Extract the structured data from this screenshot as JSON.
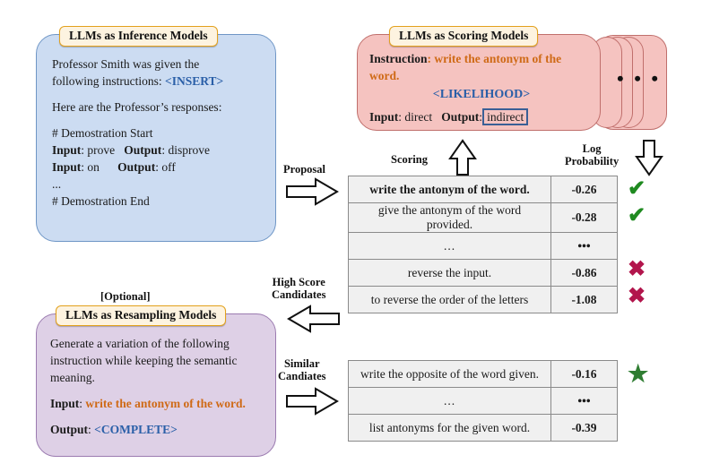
{
  "title": "APE pipeline: LLMs as inference, scoring and resampling models",
  "colors": {
    "inference_fill": "#ccdcf2",
    "inference_border": "#6f96c6",
    "scoring_fill": "#f5c3c0",
    "scoring_border": "#c06f6c",
    "resampling_fill": "#ded0e6",
    "resampling_border": "#9b7bb0",
    "badge_fill": "#fdf3e0",
    "badge_border": "#e3a11c",
    "accent_orange": "#cf6a16",
    "accent_blue": "#2a5fa8",
    "score_good": "#17761f",
    "score_bad": "#a31430",
    "check_green": "#1f8a20",
    "cross_red": "#b2154c",
    "star_green": "#2f7d32"
  },
  "inference": {
    "badge": "LLMs as Inference Models",
    "line1": "Professor Smith was given the",
    "line2_prefix": "following instructions: ",
    "insert_token": "<INSERT>",
    "line3": "Here are the Professor’s responses:",
    "demo_start": "# Demostration Start",
    "row1_input_label": "Input",
    "row1_input_value": ": prove",
    "row1_output_label": "Output",
    "row1_output_value": ": disprove",
    "row2_input_label": "Input",
    "row2_input_value": ": on",
    "row2_output_label": "Output",
    "row2_output_value": ": off",
    "ellipsis": "...",
    "demo_end": "# Demostration End"
  },
  "scoring": {
    "badge": "LLMs as Scoring Models",
    "instruction_label": "Instruction",
    "instruction_value": ": write the antonym of the",
    "instruction_value2": "word.",
    "likelihood_token": "<LIKELIHOOD>",
    "input_label": "Input",
    "input_value": ": direct",
    "output_label": "Output",
    "output_value": ":",
    "output_boxed_value": "indirect",
    "stack_dots": "• • •"
  },
  "resampling": {
    "optional_label": "[Optional]",
    "badge": "LLMs as Resampling Models",
    "line1": "Generate a variation of the following",
    "line2": "instruction while keeping the semantic",
    "line3": "meaning.",
    "input_label": "Input",
    "input_value": "write the antonym of the word.",
    "output_label": "Output",
    "output_value": "<COMPLETE>"
  },
  "arrows": {
    "proposal": "Proposal",
    "scoring": "Scoring",
    "log_probability_l1": "Log",
    "log_probability_l2": "Probability",
    "high_score_l1": "High Score",
    "high_score_l2": "Candidates",
    "similar_l1": "Similar",
    "similar_l2": "Candiates"
  },
  "table_top": {
    "rows": [
      {
        "text": "write the antonym of the word.",
        "score": "-0.26",
        "score_class": "good",
        "mark": "check",
        "highlight": true
      },
      {
        "text": "give the antonym of the word provided.",
        "score": "-0.28",
        "score_class": "good",
        "mark": "check",
        "highlight": false
      },
      {
        "text": "...",
        "score": "•••",
        "score_class": "dots",
        "mark": "",
        "highlight": false
      },
      {
        "text": "reverse the input.",
        "score": "-0.86",
        "score_class": "bad",
        "mark": "cross",
        "highlight": false
      },
      {
        "text": "to reverse the order of the letters",
        "score": "-1.08",
        "score_class": "bad",
        "mark": "cross",
        "highlight": false
      }
    ]
  },
  "table_bottom": {
    "rows": [
      {
        "text": "write the opposite of the word given.",
        "score": "-0.16",
        "score_class": "good",
        "mark": "star",
        "highlight": false
      },
      {
        "text": "...",
        "score": "•••",
        "score_class": "dots",
        "mark": "",
        "highlight": false
      },
      {
        "text": "list antonyms for the given word.",
        "score": "-0.39",
        "score_class": "bad",
        "mark": "",
        "highlight": false
      }
    ]
  },
  "marks": {
    "check": "✔",
    "cross": "✖",
    "star": "★"
  }
}
